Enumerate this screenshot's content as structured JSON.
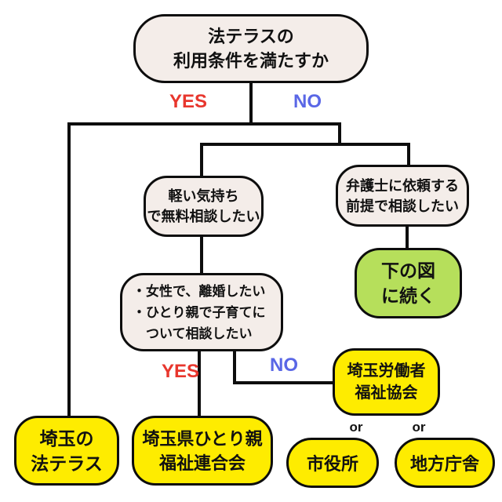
{
  "palette": {
    "background": "#ffffff",
    "node_fill_pale": "#f4ede9",
    "node_fill_yellow": "#feec00",
    "node_fill_green": "#b6df5b",
    "line_color": "#0d0d0d",
    "yes_color": "#e8362d",
    "no_color": "#5a67e6"
  },
  "nodes": {
    "root": {
      "line1": "法テラスの",
      "line2": "利用条件を満たすか"
    },
    "casual": {
      "line1": "軽い気持ち",
      "line2": "で無料相談したい"
    },
    "lawyer": {
      "line1": "弁護士に依頼する",
      "line2": "前提で相談したい"
    },
    "continue_below": {
      "line1": "下の図",
      "line2": "に続く"
    },
    "condition": {
      "line1": "・女性で、離婚したい",
      "line2": "・ひとり親で子育てに",
      "line3": "　ついて相談したい"
    },
    "worker_welfare": {
      "line1": "埼玉労働者",
      "line2": "福祉協会"
    },
    "saitama_houterasu": {
      "line1": "埼玉の",
      "line2": "法テラス"
    },
    "single_parent_federation": {
      "line1": "埼玉県ひとり親",
      "line2": "福祉連合会"
    },
    "city_hall": {
      "label": "市役所"
    },
    "local_government": {
      "label": "地方庁舎"
    }
  },
  "branch_labels": {
    "root_yes": "YES",
    "root_no": "NO",
    "condition_yes": "YES",
    "condition_no": "NO",
    "or_1": "or",
    "or_2": "or"
  }
}
